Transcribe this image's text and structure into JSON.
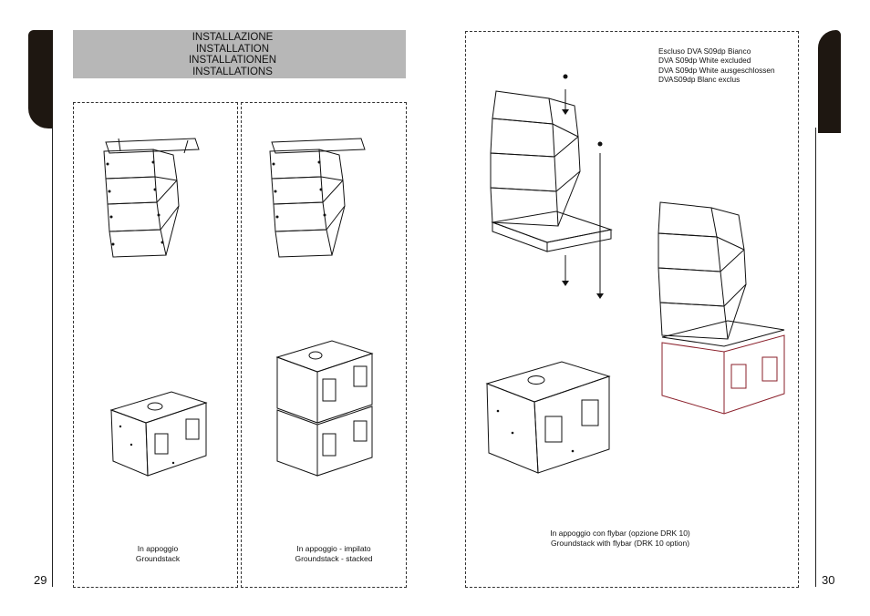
{
  "left_page": {
    "page_number": "29",
    "header": {
      "lines": [
        "INSTALLAZIONE",
        "INSTALLATION",
        "INSTALLATIONEN",
        "INSTALLATIONS"
      ]
    },
    "panel_groundstack": {
      "caption_lines": [
        "In appoggio",
        "Groundstack"
      ]
    },
    "panel_stacked": {
      "caption_lines": [
        "In appoggio - impilato",
        "Groundstack - stacked"
      ]
    }
  },
  "right_page": {
    "page_number": "30",
    "note_lines": [
      "Escluso DVA S09dp Bianco",
      "DVA S09dp White excluded",
      "DVA S09dp White ausgeschlossen",
      "DVAS09dp Blanc exclus"
    ],
    "panel_flybar": {
      "caption_lines": [
        "In appoggio con flybar (opzione DRK 10)",
        "Groundstack with flybar (DRK 10 option)"
      ]
    }
  },
  "colors": {
    "tab": "#1e1711",
    "header_band": "#b7b7b7",
    "accent_outline": "#8a1f2a"
  }
}
